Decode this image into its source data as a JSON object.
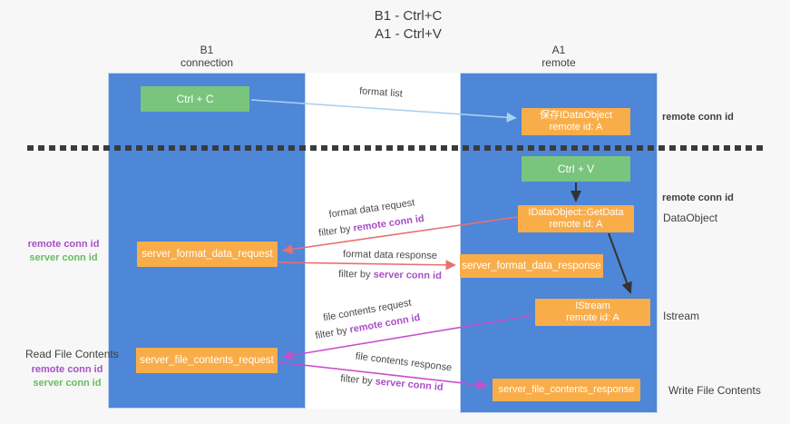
{
  "title": {
    "line1": "B1 - Ctrl+C",
    "line2": "A1 - Ctrl+V"
  },
  "lanes": {
    "left": {
      "header_line1": "B1",
      "header_line2": "connection"
    },
    "right": {
      "header_line1": "A1",
      "header_line2": "remote"
    }
  },
  "boxes": {
    "ctrl_c": "Ctrl + C",
    "ctrl_v": "Ctrl + V",
    "save_idataobject": {
      "line1": "保存IDataObject",
      "line2": "remote id: A"
    },
    "getdata": {
      "line1": "IDataObject::GetData",
      "line2": "remote id: A"
    },
    "istream": {
      "line1": "IStream",
      "line2": "remote id: A"
    },
    "server_format_data_request": "server_format_data_request",
    "server_format_data_response": "server_format_data_response",
    "server_file_contents_request": "server_file_contents_request",
    "server_file_contents_response": "server_file_contents_response"
  },
  "flow_labels": {
    "format_list": "format list",
    "format_data_request": "format data request",
    "format_data_response": "format data response",
    "file_contents_request": "file contents request",
    "file_contents_response": "file contents response",
    "filter_by": "filter by ",
    "remote_conn_id": "remote conn id",
    "server_conn_id": "server conn id"
  },
  "side_labels": {
    "remote_conn_id_right_top": "remote conn id",
    "remote_conn_id_right_mid": "remote conn id",
    "dataobject": "DataObject",
    "istream": "Istream",
    "write_file_contents": "Write File Contents",
    "read_file_contents": "Read File Contents",
    "remote_conn_id_left_1": "remote conn id",
    "server_conn_id_left_1": "server conn id",
    "remote_conn_id_left_2": "remote conn id",
    "server_conn_id_left_2": "server conn id"
  },
  "colors": {
    "lane_blue": "#4e86d8",
    "box_green": "#79c57d",
    "box_orange": "#f9ad49",
    "arrow_light_blue": "#a9d2ef",
    "arrow_salmon": "#ea6f6f",
    "arrow_magenta": "#c94fc9",
    "arrow_black": "#333333",
    "key_purple": "#a84fc6",
    "key_green": "#67bd61",
    "background": "#f7f7f8"
  }
}
